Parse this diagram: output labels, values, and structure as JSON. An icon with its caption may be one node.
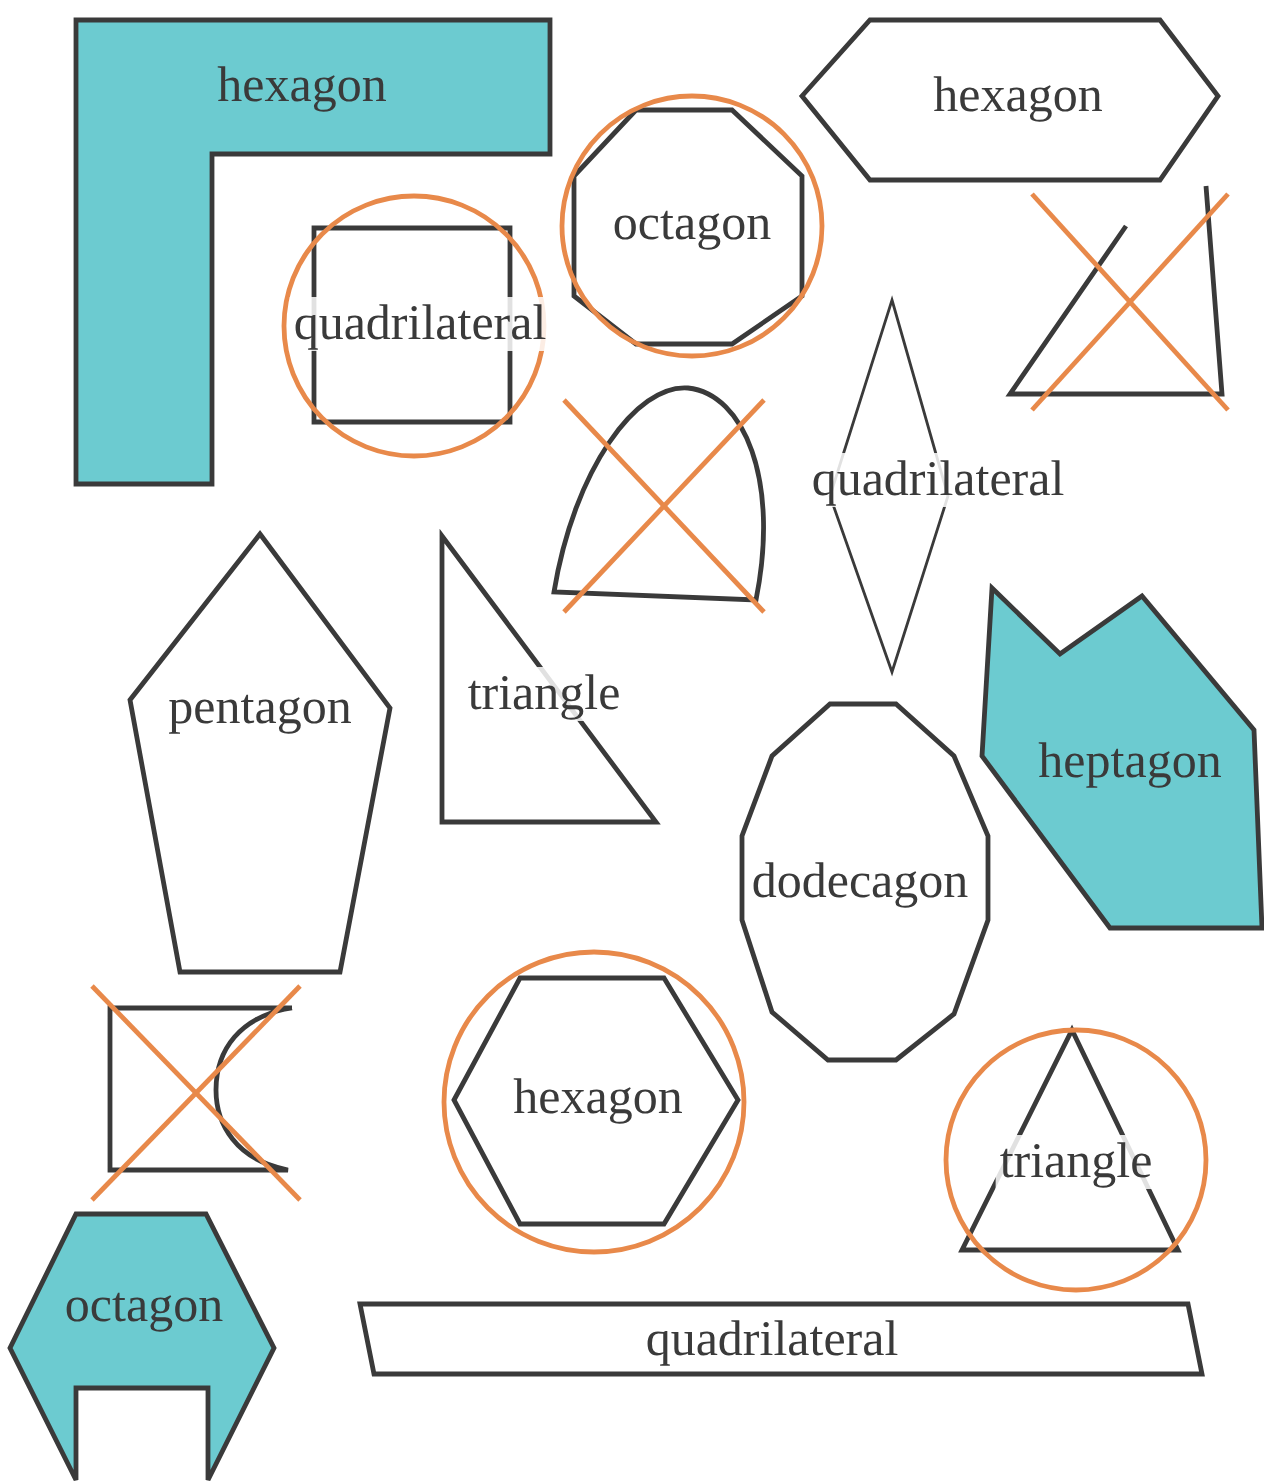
{
  "diagram": {
    "nodes": [
      {
        "text": [
          "hexagon"
        ]
      },
      {
        "text": [
          "hexagon"
        ]
      },
      {
        "text": [
          "octagon"
        ]
      },
      {
        "text": [
          "quadrilateral"
        ]
      },
      {
        "text": [],
        "shape": "polygon"
      },
      {
        "text": [],
        "shape": "arch"
      },
      {
        "text": [
          "quadrilateral"
        ]
      },
      {
        "text": [
          "pentagon"
        ]
      },
      {
        "text": [
          "triangle"
        ]
      },
      {
        "text": [
          "heptagon"
        ]
      },
      {
        "text": [
          "dodecagon"
        ]
      },
      {
        "text": [],
        "shape": "box"
      },
      {
        "text": [
          "hexagon"
        ]
      },
      {
        "text": [
          "triangle"
        ]
      },
      {
        "text": [
          "octagon"
        ]
      },
      {
        "text": [
          "quadrilateral"
        ]
      }
    ]
  }
}
